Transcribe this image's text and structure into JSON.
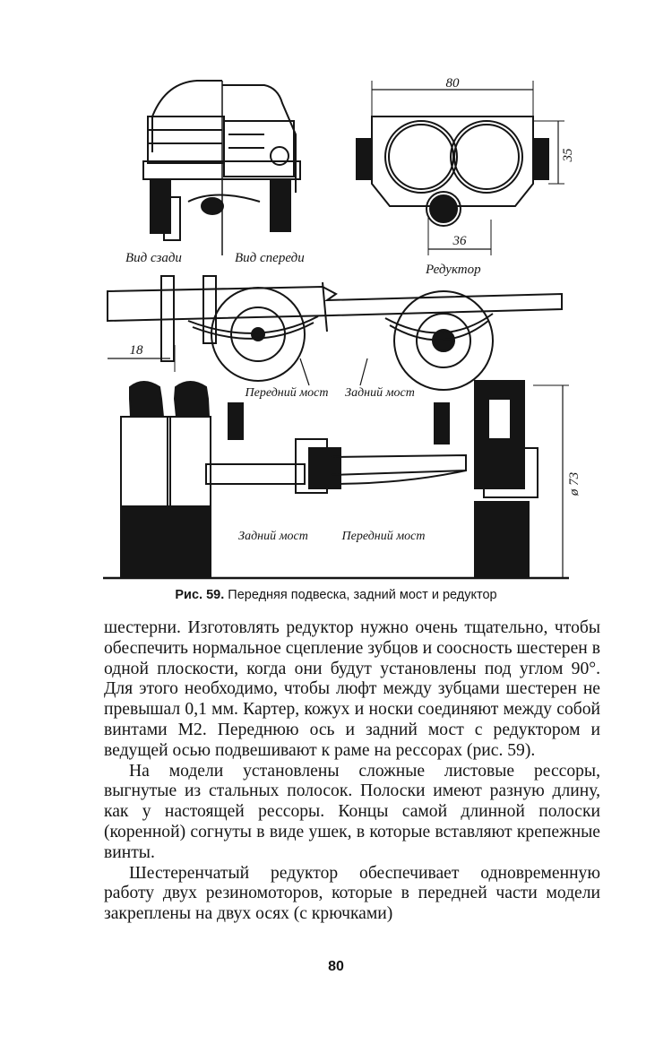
{
  "figure": {
    "labels": {
      "rear_view": "Вид сзади",
      "front_view": "Вид спереди",
      "reducer": "Редуктор",
      "front_axle_top": "Передний мост",
      "rear_axle_top": "Задний мост",
      "rear_axle_bottom": "Задний мост",
      "front_axle_bottom": "Передний мост"
    },
    "dimensions": {
      "reducer_width": "80",
      "reducer_height": "35",
      "reducer_offset": "36",
      "frame_offset": "18",
      "wheel_diameter": "ø 73"
    }
  },
  "caption": {
    "number": "Рис. 59.",
    "text": "Передняя подвеска, задний мост и редуктор"
  },
  "body": {
    "p1": "шестерни. Изготовлять редуктор нужно очень тщательно, чтобы обеспечить нормальное сцепление зубцов и соосность шестерен в одной плоскости, когда они будут установлены под углом 90°. Для этого необходимо, чтобы люфт между зубцами шестерен не превышал 0,1 мм. Картер, кожух и носки соединяют между собой винтами М2. Переднюю ось и задний мост с редуктором и ведущей осью подвешивают к раме на рессорах (рис. 59).",
    "p2": "На модели установлены сложные листовые рессоры, выгнутые из стальных полосок. Полоски имеют разную длину, как у настоящей рессоры. Концы самой длинной полоски (коренной) согнуты в виде ушек, в которые вставляют крепежные винты.",
    "p3": "Шестеренчатый редуктор обеспечивает одновременную работу двух резиномоторов, которые в передней части модели закреплены на двух осях (с крючками)"
  },
  "page_number": "80"
}
